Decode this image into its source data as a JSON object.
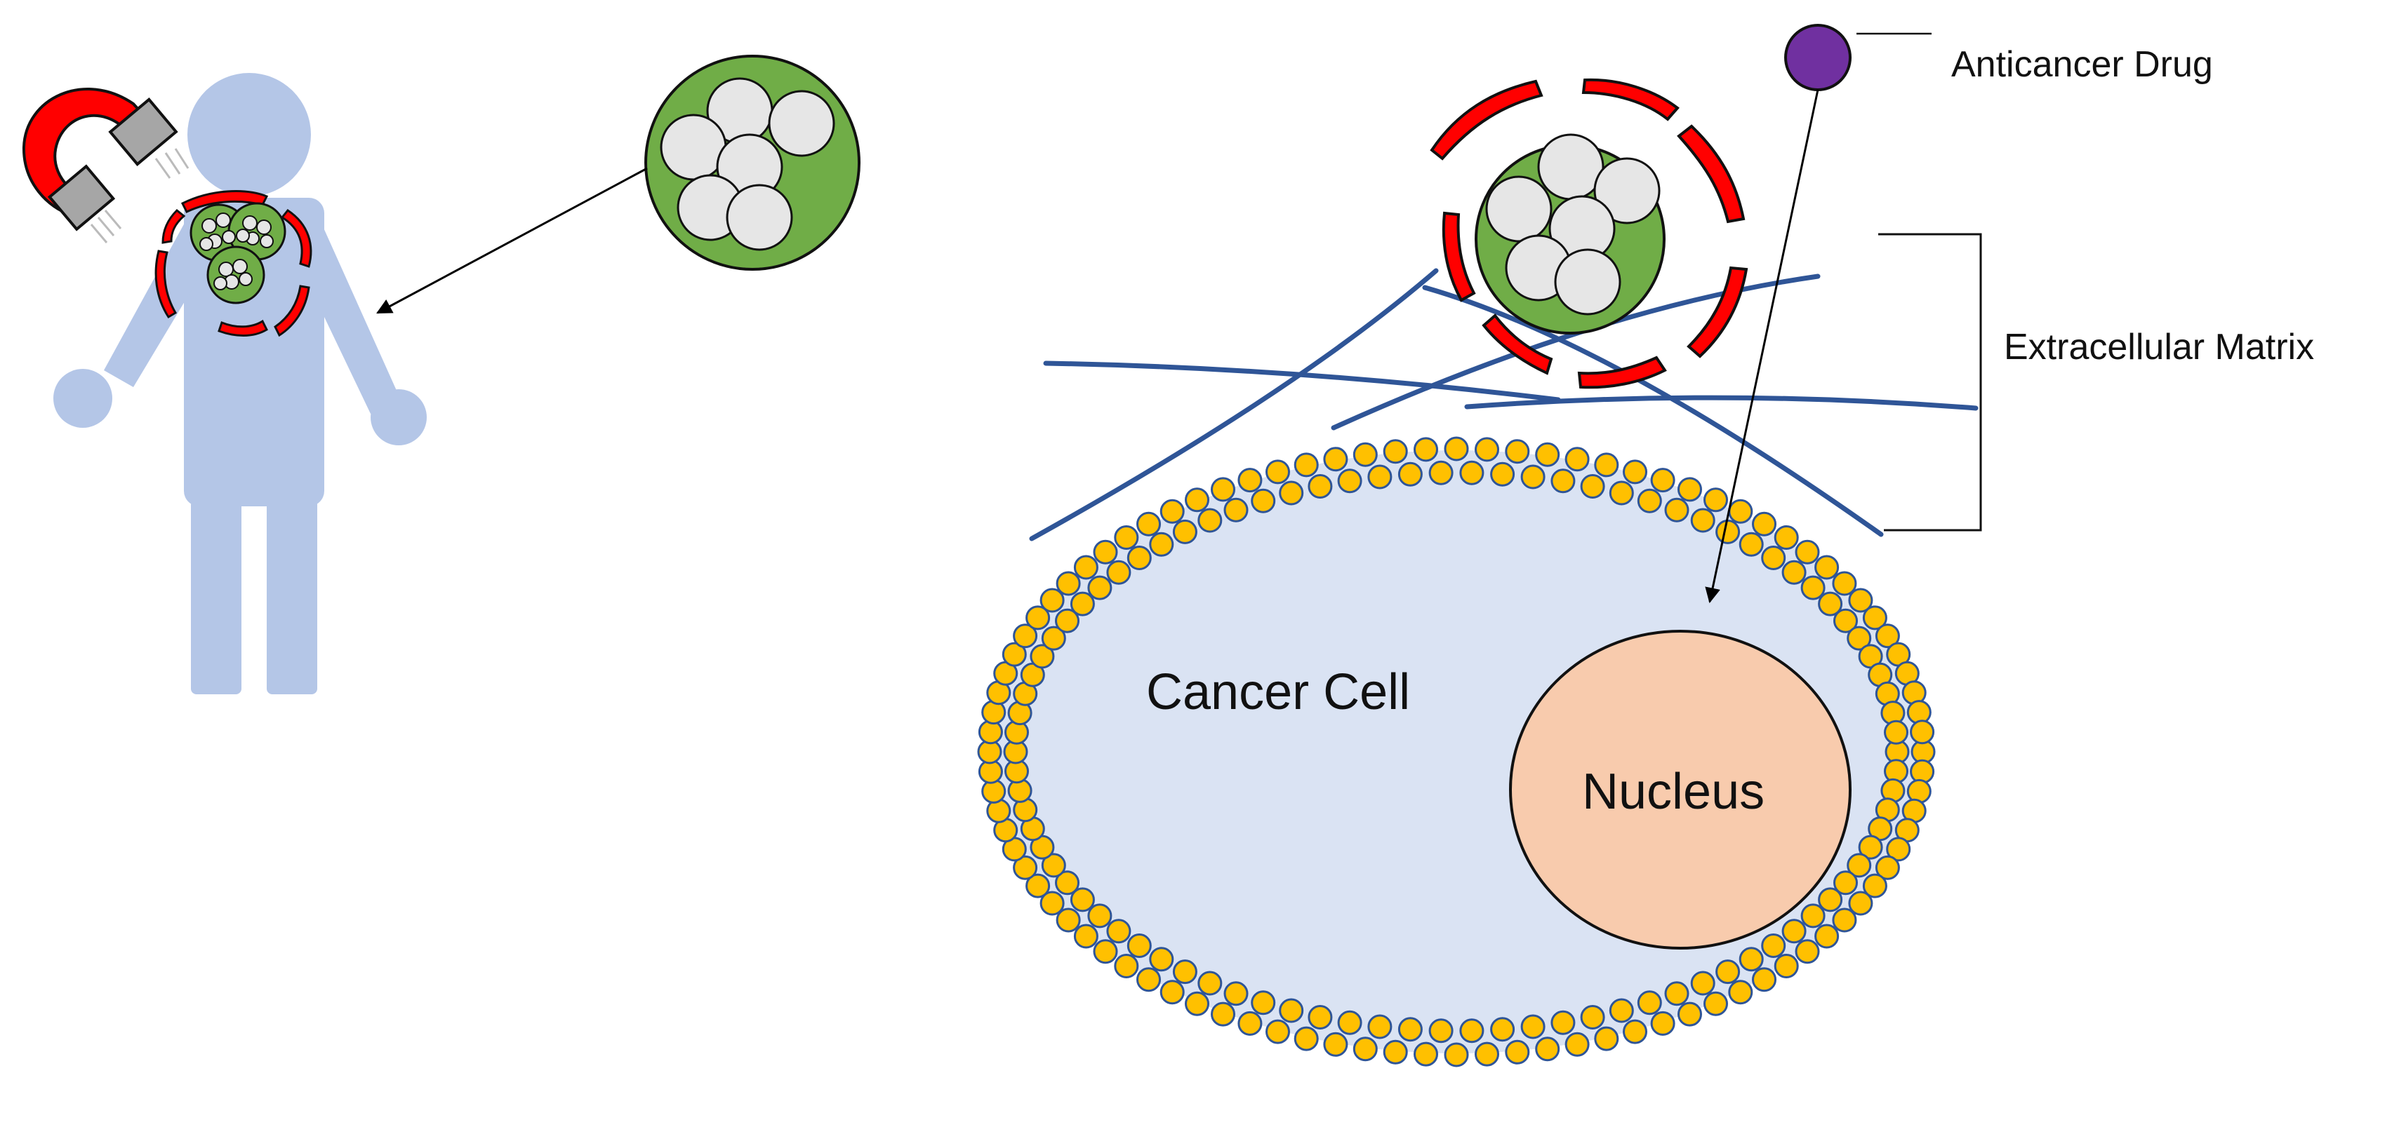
{
  "labels": {
    "anticancer_drug": "Anticancer Drug",
    "extracellular_matrix": "Extracellular Matrix",
    "cancer_cell": "Cancer Cell",
    "nucleus": "Nucleus"
  },
  "colors": {
    "human_body": "#b4c6e7",
    "cell_cytoplasm": "#dae3f3",
    "membrane_bead": "#ffc000",
    "membrane_outline": "#2f5597",
    "nucleus": "#f8cbad",
    "ecm_fiber": "#2f5597",
    "nanoparticle_core": "#70ad47",
    "nanoparticle_grain": "#e6e6e6",
    "shell_segment": "#ff0000",
    "drug_molecule": "#7030a0",
    "magnet": "#ff0000",
    "magnet_pole": "#a6a6a6"
  },
  "icons": [
    "magnet-icon",
    "human-figure-icon",
    "drug-molecule-icon"
  ]
}
